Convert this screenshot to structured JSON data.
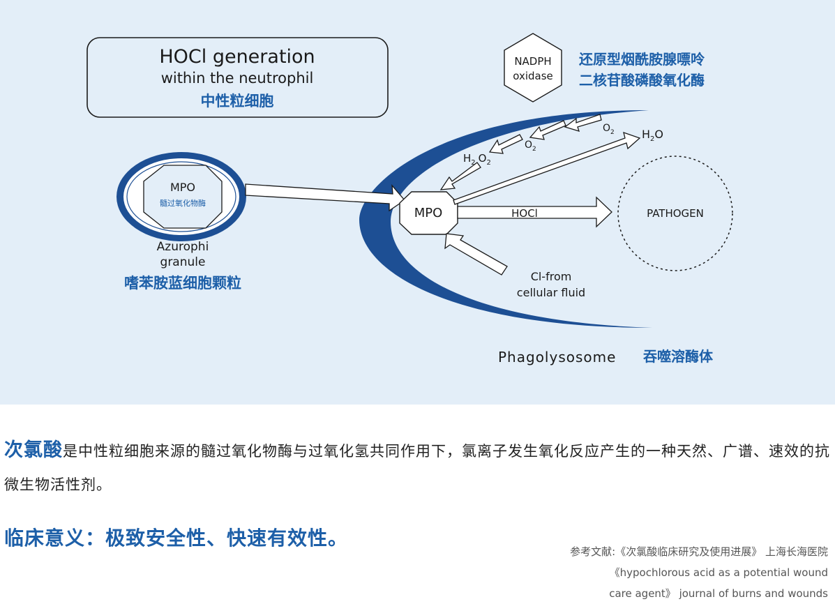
{
  "diagram": {
    "title_box": {
      "line1": "HOCl generation",
      "line2": "within the neutrophil",
      "line3_cn": "中性粒细胞"
    },
    "granule": {
      "mpo": "MPO",
      "mpo_cn": "髓过氧化物酶",
      "label1": "Azurophi",
      "label2": "granule",
      "label_cn": "嗜苯胺蓝细胞颗粒"
    },
    "nadph": {
      "line1": "NADPH",
      "line2": "oxidase",
      "cn1": "还原型烟酰胺腺嘌呤",
      "cn2": "二核苷酸磷酸氧化酶"
    },
    "center_mpo": "MPO",
    "o2_small": "O",
    "o2_sub": "2",
    "h2o_h": "H",
    "h2o_sub": "2",
    "h2o_o": "O",
    "h2o2_h": "H",
    "h2o2_sub1": "2",
    "h2o2_o": "O",
    "h2o2_sub2": "2",
    "hocl": "HOCl",
    "pathogen": "PATHOGEN",
    "cl_line1": "Cl-from",
    "cl_line2": "cellular fluid",
    "phago": "Phagolysosome",
    "phago_cn": "吞噬溶酶体"
  },
  "description": {
    "highlight": "次氯酸",
    "text": "是中性粒细胞来源的髓过氧化物酶与过氧化氢共同作用下，氯离子发生氧化反应产生的一种天然、广谱、速效的抗微生物活性剂。"
  },
  "clinical": "临床意义：极致安全性、快速有效性。",
  "references": {
    "line1": "参考文献:《次氯酸临床研究及使用进展》 上海长海医院",
    "line2": "《hypochlorous acid as a potential wound",
    "line3": "care agent》 journal of burns and wounds"
  },
  "colors": {
    "background": "#e3eef8",
    "accent": "#1d5fa8"
  }
}
